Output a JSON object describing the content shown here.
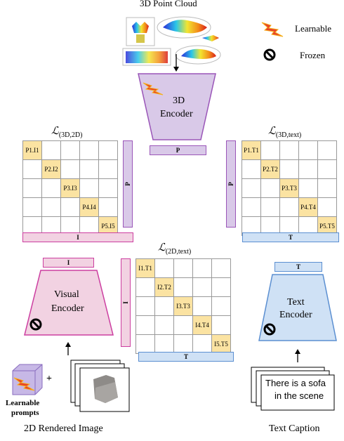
{
  "point_cloud": {
    "title": "3D Point Cloud"
  },
  "legend": {
    "learnable": "Learnable",
    "frozen": "Frozen"
  },
  "encoders": {
    "d3": {
      "line1": "3D",
      "line2": "Encoder"
    },
    "visual": {
      "line1": "Visual",
      "line2": "Encoder"
    },
    "text": {
      "line1": "Text",
      "line2": "Encoder"
    }
  },
  "losses": {
    "l3d2d": {
      "symbol": "ℒ",
      "sub": "(3D,2D)"
    },
    "l3dtext": {
      "symbol": "ℒ",
      "sub": "(3D,text)"
    },
    "l2dtext": {
      "symbol": "ℒ",
      "sub": "(2D,text)"
    }
  },
  "embeddings": {
    "p": "P",
    "i": "I",
    "t": "T"
  },
  "matrices": {
    "m1": [
      "P1.I1",
      "P2.I2",
      "P3.I3",
      "P4.I4",
      "P5.I5"
    ],
    "m2": [
      "P1.T1",
      "P2.T2",
      "P3.T3",
      "P4.T4",
      "P5.T5"
    ],
    "m3": [
      "I1.T1",
      "I2.T2",
      "I3.T3",
      "I4.T4",
      "I5.T5"
    ]
  },
  "prompts": {
    "label1": "Learnable",
    "label2": "prompts",
    "plus": "+"
  },
  "caption_card": {
    "line1": "There is a sofa",
    "line2": "in the scene"
  },
  "bottom_labels": {
    "image": "2D Rendered Image",
    "caption": "Text Caption"
  },
  "colors": {
    "purple": "#d9c9e8",
    "pink": "#f2d2e2",
    "blue": "#cfe1f5",
    "highlight": "#fbe3a2"
  }
}
